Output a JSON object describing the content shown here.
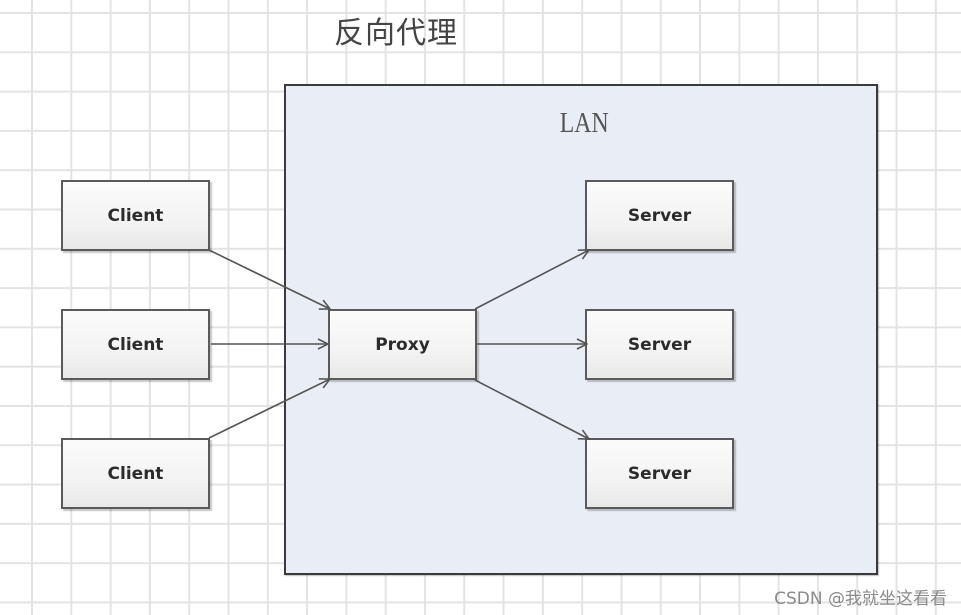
{
  "diagram": {
    "title": "反向代理",
    "lan_label": "LAN",
    "clients": [
      {
        "label": "Client"
      },
      {
        "label": "Client"
      },
      {
        "label": "Client"
      }
    ],
    "proxy": {
      "label": "Proxy"
    },
    "servers": [
      {
        "label": "Server"
      },
      {
        "label": "Server"
      },
      {
        "label": "Server"
      }
    ],
    "edges": [
      {
        "from": "client-1",
        "to": "proxy"
      },
      {
        "from": "client-2",
        "to": "proxy"
      },
      {
        "from": "client-3",
        "to": "proxy"
      },
      {
        "from": "proxy",
        "to": "server-1"
      },
      {
        "from": "proxy",
        "to": "server-2"
      },
      {
        "from": "proxy",
        "to": "server-3"
      }
    ],
    "colors": {
      "lan_fill": "#e9edf5",
      "border": "#3a3a3a",
      "arrow": "#555555",
      "grid": "#e3e3e3"
    }
  },
  "watermark": "CSDN @我就坐这看看"
}
